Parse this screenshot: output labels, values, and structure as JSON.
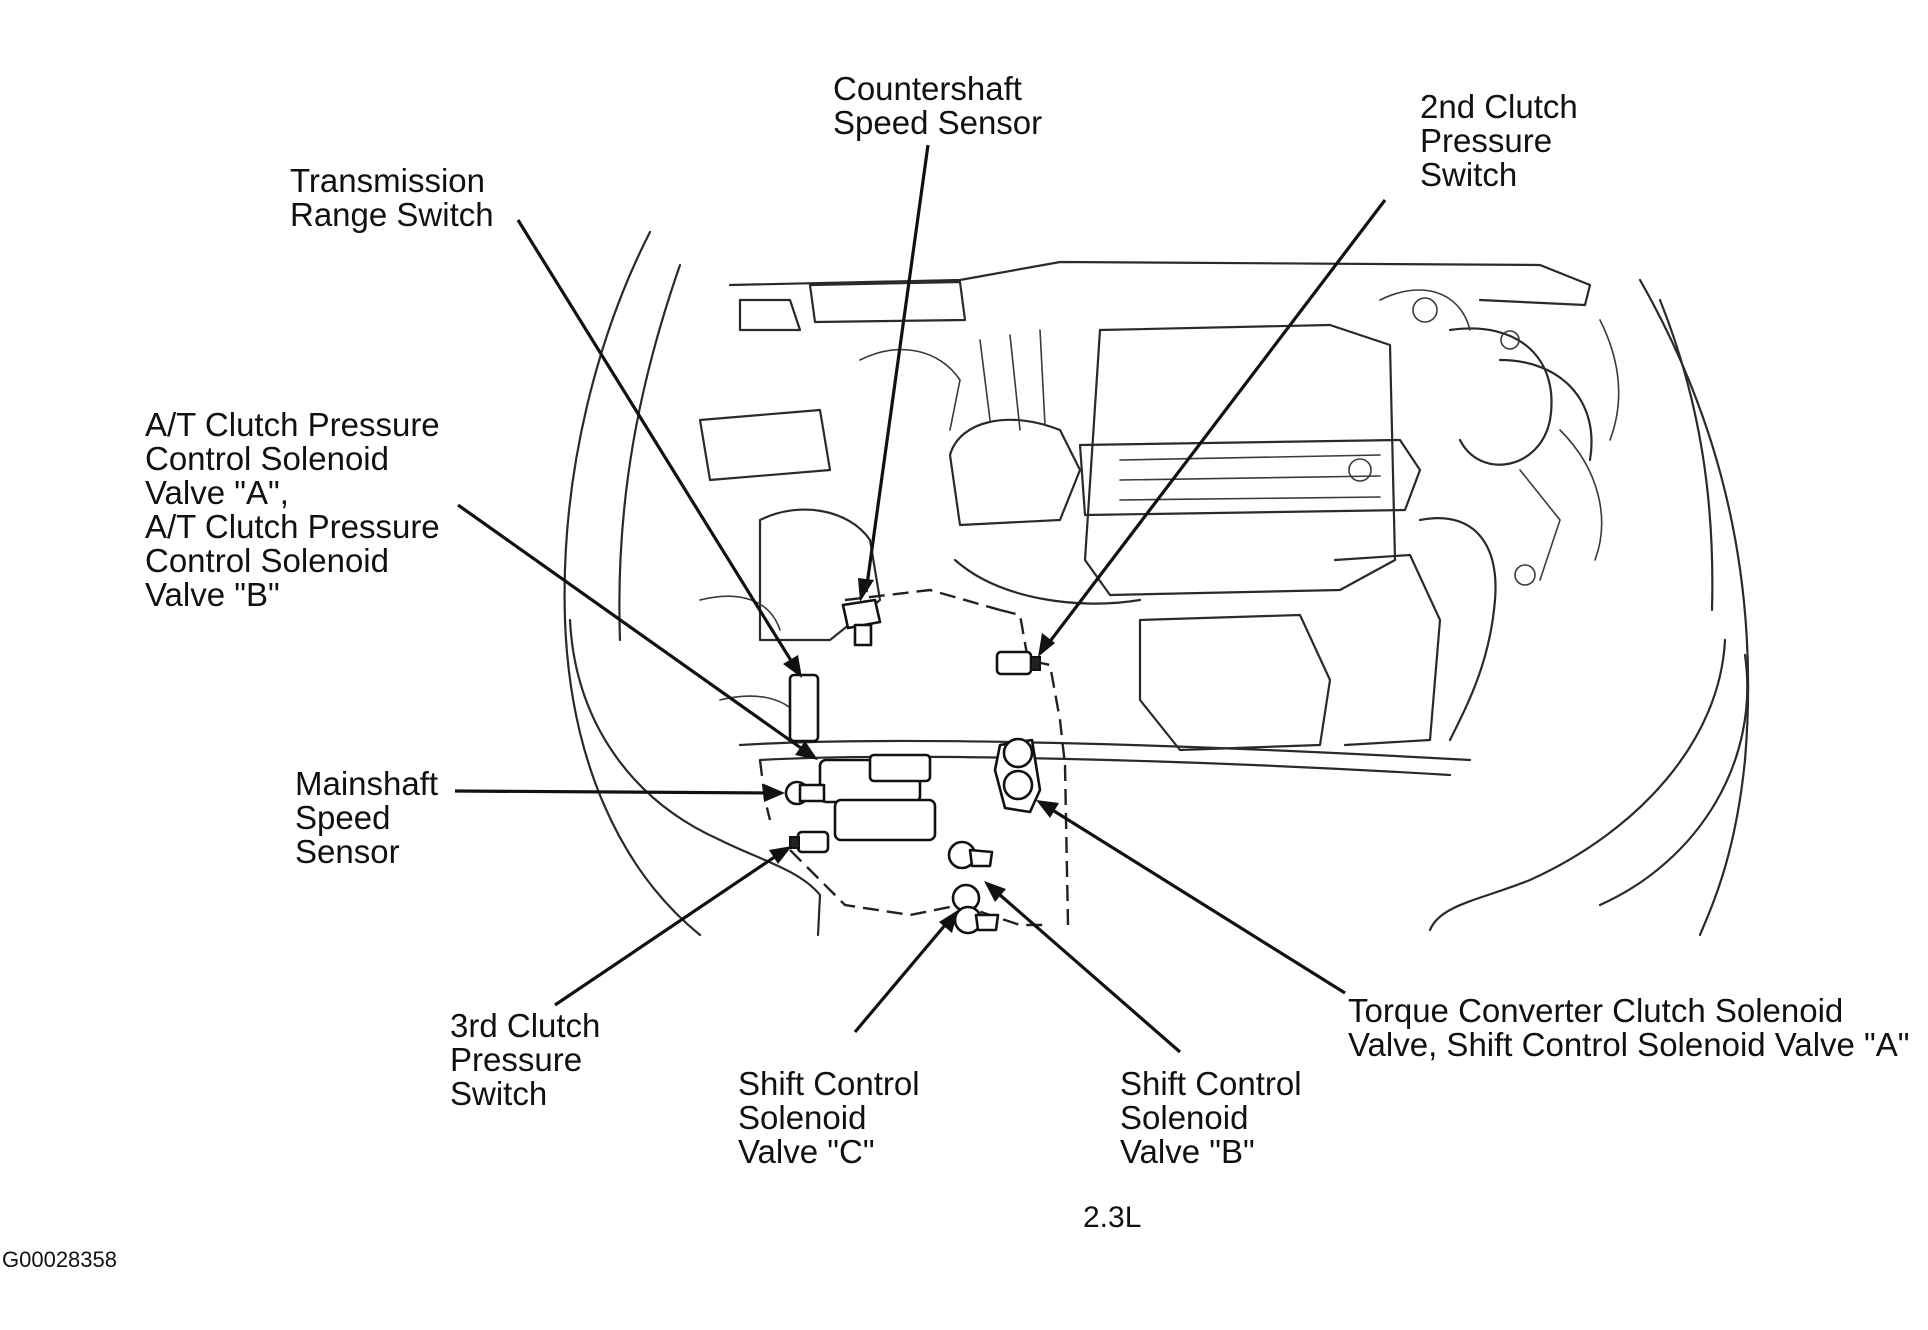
{
  "diagram": {
    "labels": {
      "countershaft_speed_sensor": [
        "Countershaft",
        "Speed Sensor"
      ],
      "second_clutch_pressure_switch": [
        "2nd Clutch",
        "Pressure",
        "Switch"
      ],
      "transmission_range_switch": [
        "Transmission",
        "Range Switch"
      ],
      "at_clutch_pressure_solenoids": [
        "A/T Clutch Pressure",
        "Control Solenoid",
        "Valve \"A\",",
        "A/T Clutch Pressure",
        "Control Solenoid",
        "Valve \"B\""
      ],
      "mainshaft_speed_sensor": [
        "Mainshaft",
        "Speed",
        "Sensor"
      ],
      "third_clutch_pressure_switch": [
        "3rd Clutch",
        "Pressure",
        "Switch"
      ],
      "shift_control_solenoid_c": [
        "Shift Control",
        "Solenoid",
        "Valve \"C\""
      ],
      "shift_control_solenoid_b": [
        "Shift Control",
        "Solenoid",
        "Valve \"B\""
      ],
      "torque_converter_clutch_solenoid": [
        "Torque Converter Clutch Solenoid",
        "Valve, Shift Control Solenoid Valve \"A\""
      ]
    },
    "caption": "2.3L",
    "figure_id": "G00028358"
  }
}
